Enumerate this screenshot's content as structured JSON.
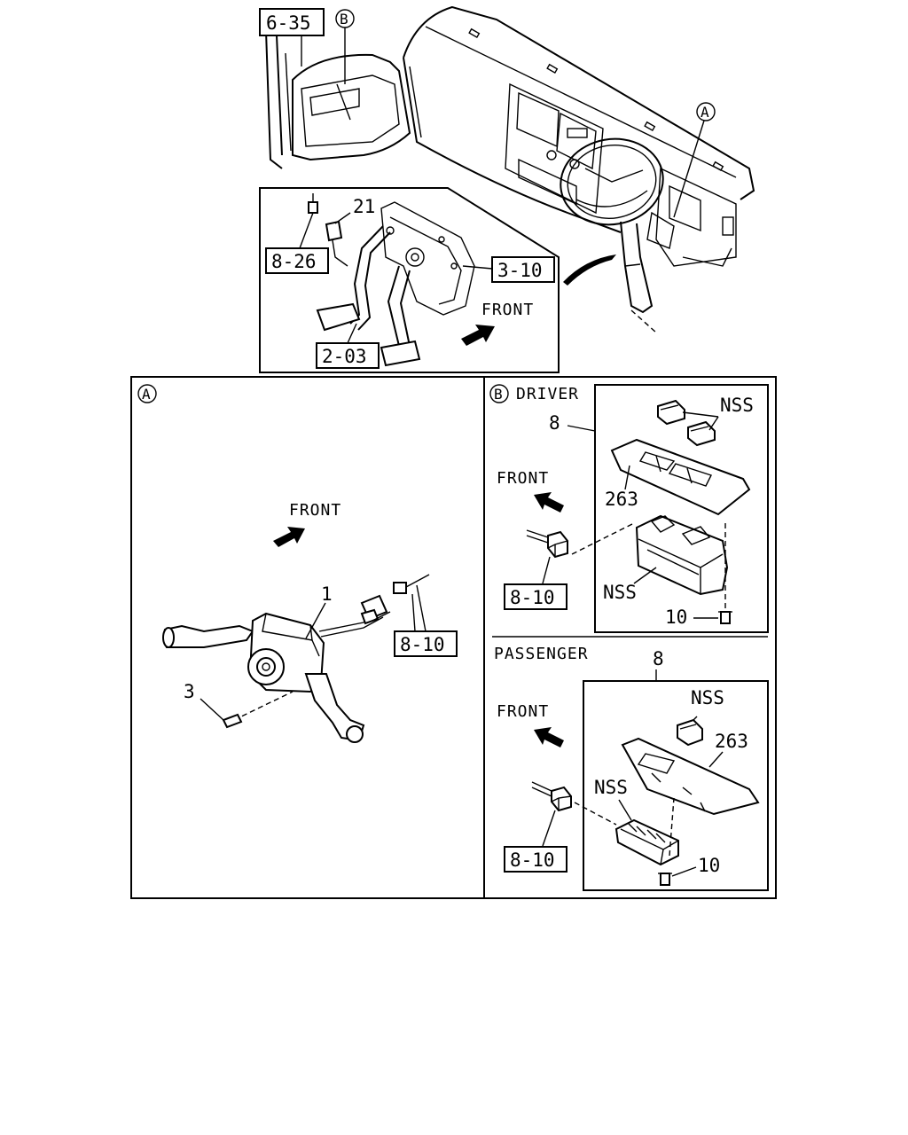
{
  "top_view": {
    "ref_6_35": "6-35",
    "ref_8_26": "8-26",
    "ref_3_10": "3-10",
    "ref_2_03": "2-03",
    "part_21": "21",
    "front": "FRONT",
    "callout_a": "A",
    "callout_b": "B"
  },
  "panel_a": {
    "header": "A",
    "front": "FRONT",
    "part_1": "1",
    "part_3": "3",
    "ref_8_10": "8-10"
  },
  "panel_b_driver": {
    "header_letter": "B",
    "header_text": "DRIVER",
    "part_8": "8",
    "nss_top": "NSS",
    "part_263": "263",
    "front": "FRONT",
    "ref_8_10": "8-10",
    "nss_switch": "NSS",
    "part_10": "10"
  },
  "panel_passenger": {
    "header_text": "PASSENGER",
    "part_8": "8",
    "nss_top": "NSS",
    "part_263": "263",
    "front": "FRONT",
    "nss_switch": "NSS",
    "ref_8_10": "8-10",
    "part_10": "10"
  }
}
